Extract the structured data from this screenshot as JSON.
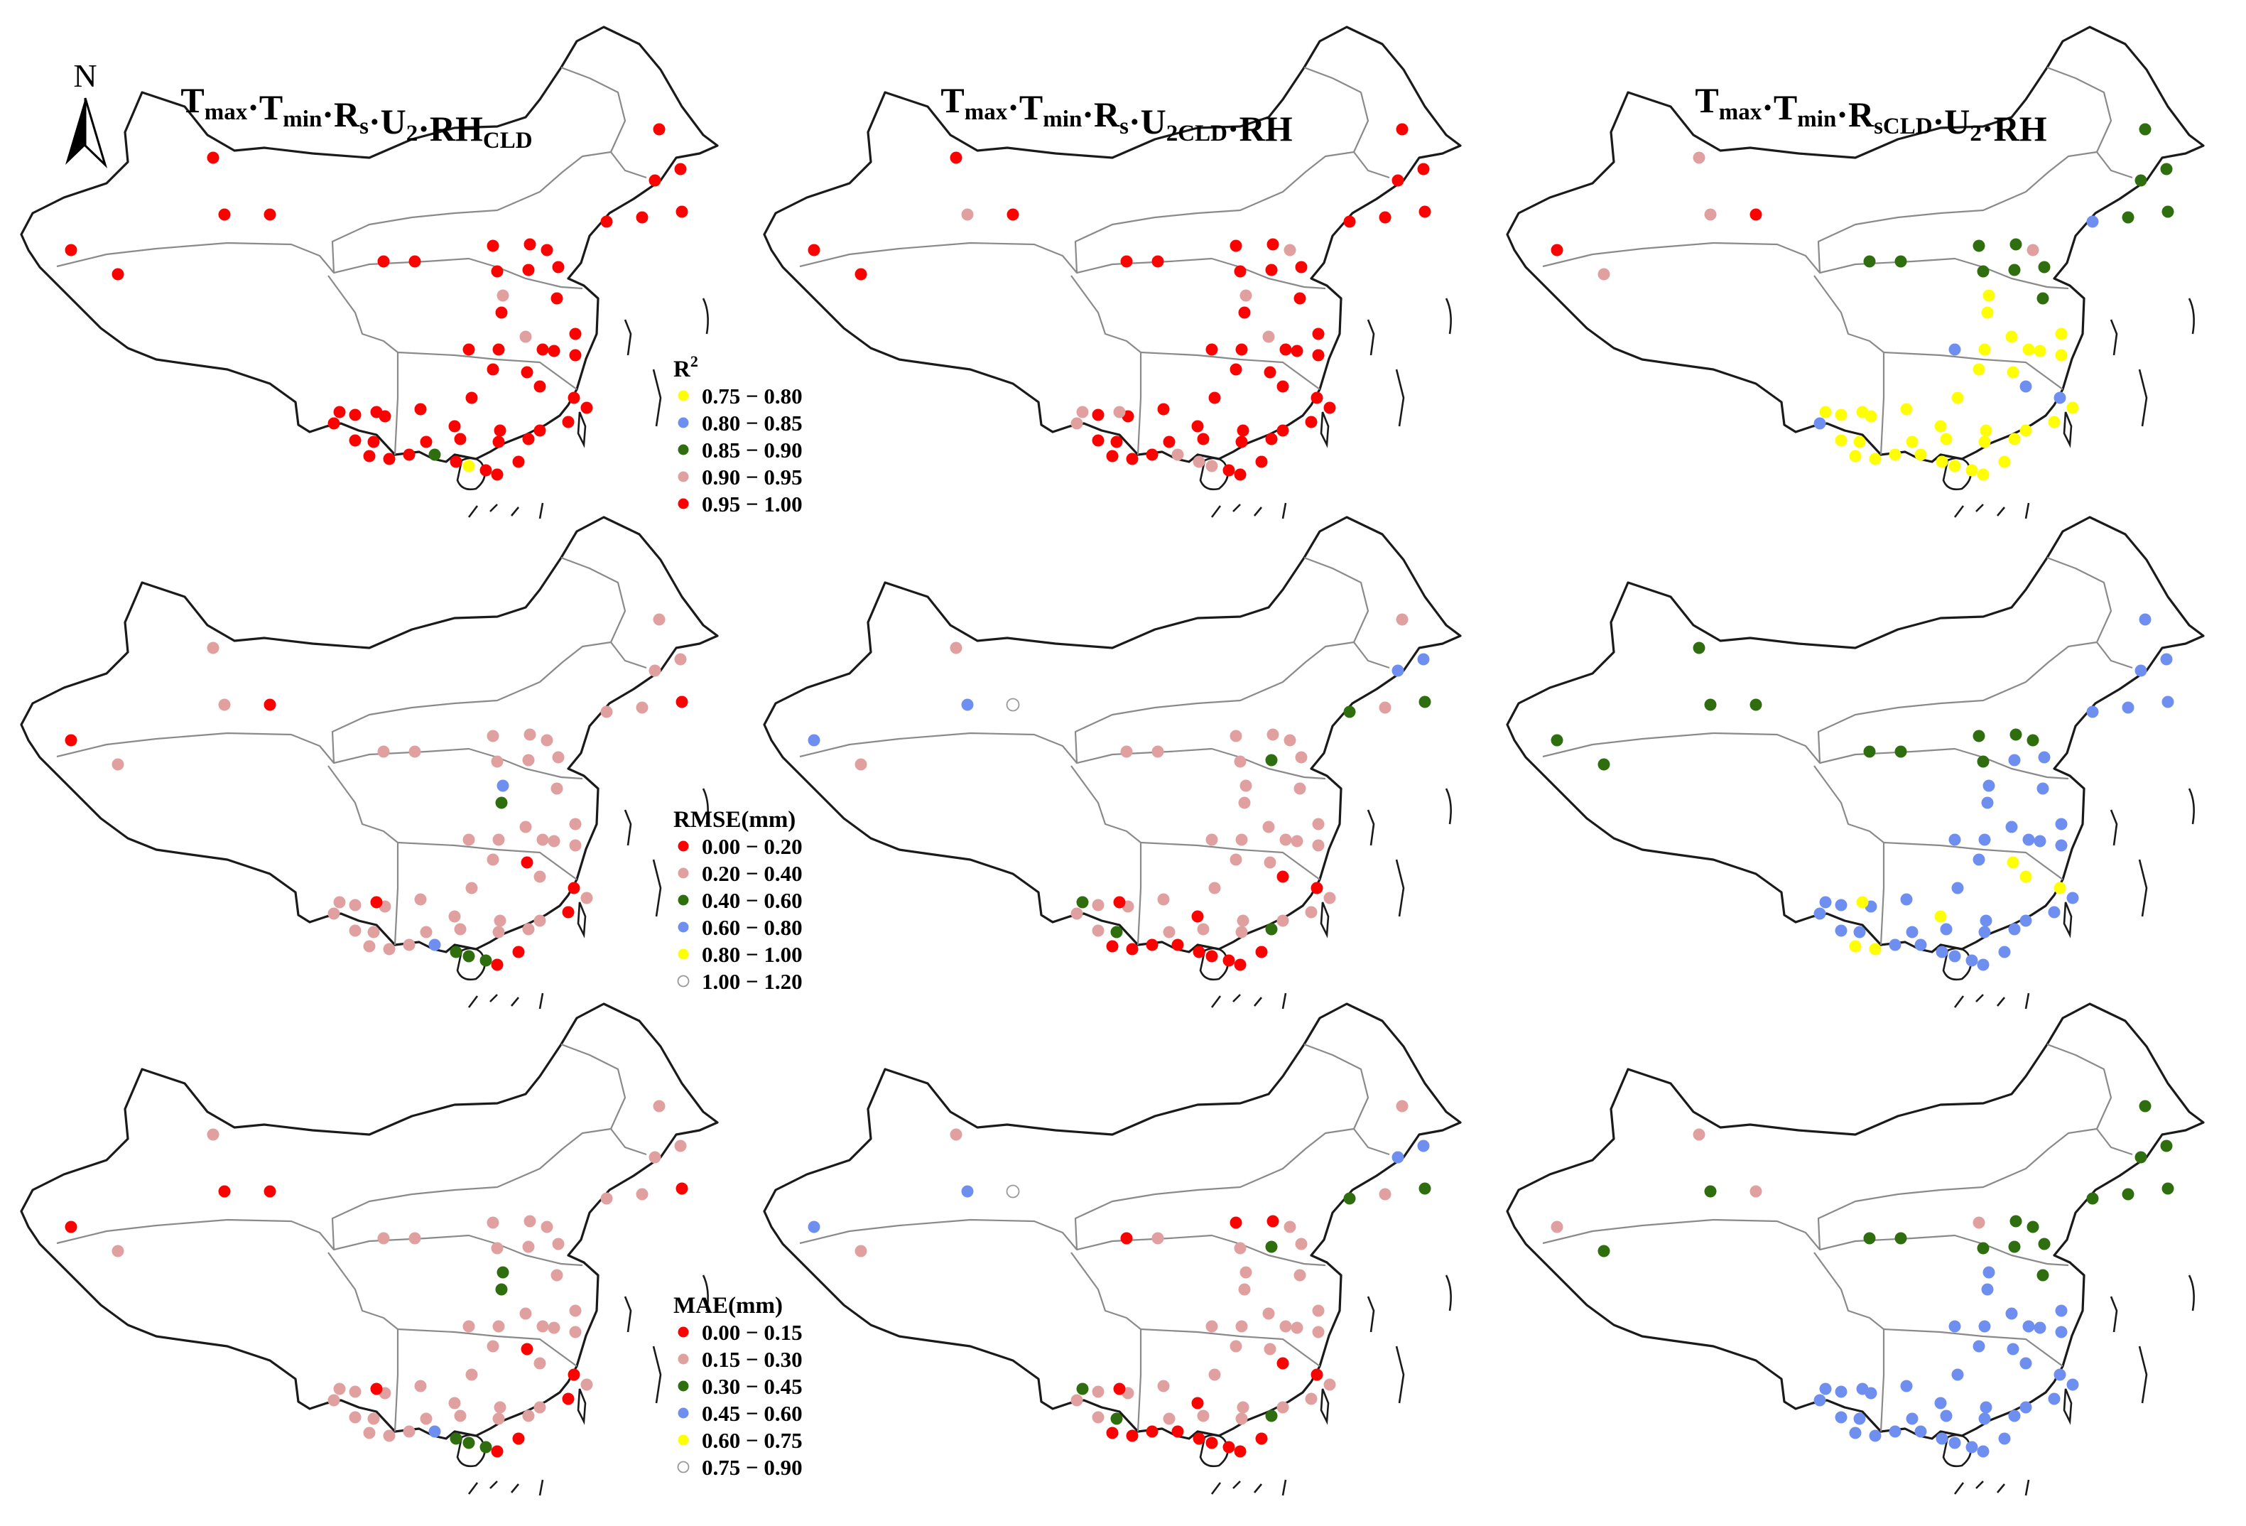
{
  "north_label": "N",
  "titles": [
    {
      "col": 0,
      "parts": [
        [
          "T",
          ""
        ],
        [
          "max",
          "sub"
        ],
        [
          "·T",
          ""
        ],
        [
          "min",
          "sub"
        ],
        [
          "·R",
          ""
        ],
        [
          "s",
          "sub"
        ],
        [
          "·U",
          ""
        ],
        [
          "2",
          "sub"
        ],
        [
          "·RH",
          ""
        ],
        [
          "CLD",
          "sub"
        ]
      ]
    },
    {
      "col": 1,
      "parts": [
        [
          "T",
          ""
        ],
        [
          "max",
          "sub"
        ],
        [
          "·T",
          ""
        ],
        [
          "min",
          "sub"
        ],
        [
          "·R",
          ""
        ],
        [
          "s",
          "sub"
        ],
        [
          "·U",
          ""
        ],
        [
          "2CLD",
          "sub"
        ],
        [
          "·RH",
          ""
        ]
      ]
    },
    {
      "col": 2,
      "parts": [
        [
          "T",
          ""
        ],
        [
          "max",
          "sub"
        ],
        [
          "·T",
          ""
        ],
        [
          "min",
          "sub"
        ],
        [
          "·R",
          ""
        ],
        [
          "sCLD",
          "sub"
        ],
        [
          "·U",
          ""
        ],
        [
          "2",
          "sub"
        ],
        [
          "·RH",
          ""
        ]
      ]
    }
  ],
  "legends": [
    {
      "row": 0,
      "title": "R",
      "title_sup": "2",
      "entries": [
        {
          "label": "0.75 − 0.80",
          "color": "#ffff00"
        },
        {
          "label": "0.80 − 0.85",
          "color": "#6f8ff0"
        },
        {
          "label": "0.85 − 0.90",
          "color": "#2e6e0f"
        },
        {
          "label": "0.90 − 0.95",
          "color": "#e0a0a0"
        },
        {
          "label": "0.95 − 1.00",
          "color": "#ff0000"
        }
      ]
    },
    {
      "row": 1,
      "title": "RMSE(mm)",
      "title_sup": "",
      "entries": [
        {
          "label": "0.00 − 0.20",
          "color": "#ff0000"
        },
        {
          "label": "0.20 − 0.40",
          "color": "#e0a0a0"
        },
        {
          "label": "0.40 − 0.60",
          "color": "#2e6e0f"
        },
        {
          "label": "0.60 − 0.80",
          "color": "#6f8ff0"
        },
        {
          "label": "0.80 − 1.00",
          "color": "#ffff00"
        },
        {
          "label": "1.00 − 1.20",
          "color": "#ffffff"
        }
      ]
    },
    {
      "row": 2,
      "title": "MAE(mm)",
      "title_sup": "",
      "entries": [
        {
          "label": "0.00 − 0.15",
          "color": "#ff0000"
        },
        {
          "label": "0.15 − 0.30",
          "color": "#e0a0a0"
        },
        {
          "label": "0.30 − 0.45",
          "color": "#2e6e0f"
        },
        {
          "label": "0.45 − 0.60",
          "color": "#6f8ff0"
        },
        {
          "label": "0.60 − 0.75",
          "color": "#ffff00"
        },
        {
          "label": "0.75 − 0.90",
          "color": "#ffffff"
        }
      ]
    }
  ],
  "station_classes": {
    "description_of_codes": "r=red,p=pink,g=green,b=blue,y=yellow,w=white",
    "panels": [
      [
        "r",
        "r",
        "r",
        "r",
        "r",
        "r",
        "r",
        "r",
        "r",
        "r",
        "r",
        "r",
        "r",
        "r",
        "r",
        "r",
        "r",
        "r",
        "r",
        "p",
        "r",
        "r",
        "r",
        "r",
        "r",
        "r",
        "p",
        "r",
        "r",
        "r",
        "r",
        "r",
        "r",
        "r",
        "r",
        "r",
        "r",
        "r",
        "r",
        "r",
        "r",
        "r",
        "r",
        "r",
        "r",
        "r",
        "r",
        "r",
        "r",
        "r",
        "r",
        "r",
        "r",
        "r",
        "g",
        "r",
        "y",
        "r",
        "r",
        "r"
      ],
      [
        "r",
        "p",
        "r",
        "r",
        "r",
        "r",
        "r",
        "r",
        "r",
        "p",
        "r",
        "r",
        "r",
        "r",
        "r",
        "r",
        "r",
        "r",
        "r",
        "p",
        "r",
        "r",
        "r",
        "r",
        "r",
        "r",
        "p",
        "r",
        "r",
        "r",
        "r",
        "r",
        "r",
        "r",
        "r",
        "p",
        "r",
        "r",
        "r",
        "r",
        "r",
        "r",
        "p",
        "r",
        "p",
        "r",
        "r",
        "r",
        "r",
        "r",
        "r",
        "r",
        "r",
        "r",
        "p",
        "p",
        "p",
        "r",
        "r",
        "r"
      ],
      [
        "p",
        "p",
        "r",
        "r",
        "p",
        "g",
        "g",
        "g",
        "g",
        "p",
        "g",
        "g",
        "g",
        "b",
        "g",
        "g",
        "g",
        "g",
        "g",
        "y",
        "g",
        "y",
        "y",
        "y",
        "b",
        "y",
        "y",
        "y",
        "y",
        "b",
        "b",
        "y",
        "y",
        "y",
        "y",
        "y",
        "y",
        "y",
        "y",
        "y",
        "y",
        "y",
        "y",
        "y",
        "b",
        "y",
        "y",
        "y",
        "y",
        "y",
        "y",
        "y",
        "y",
        "y",
        "y",
        "y",
        "y",
        "y",
        "y",
        "y"
      ],
      [
        "p",
        "p",
        "r",
        "r",
        "p",
        "p",
        "p",
        "p",
        "p",
        "p",
        "p",
        "p",
        "p",
        "p",
        "p",
        "p",
        "r",
        "p",
        "p",
        "b",
        "p",
        "g",
        "p",
        "p",
        "p",
        "p",
        "p",
        "p",
        "p",
        "p",
        "r",
        "r",
        "p",
        "p",
        "p",
        "r",
        "p",
        "p",
        "p",
        "p",
        "r",
        "p",
        "p",
        "p",
        "p",
        "p",
        "p",
        "p",
        "p",
        "p",
        "p",
        "p",
        "p",
        "p",
        "b",
        "g",
        "g",
        "g",
        "r",
        "r"
      ],
      [
        "p",
        "b",
        "w",
        "b",
        "p",
        "p",
        "p",
        "p",
        "p",
        "p",
        "p",
        "g",
        "p",
        "g",
        "p",
        "b",
        "g",
        "b",
        "p",
        "p",
        "p",
        "p",
        "p",
        "p",
        "p",
        "p",
        "p",
        "p",
        "p",
        "r",
        "r",
        "p",
        "p",
        "p",
        "p",
        "r",
        "p",
        "r",
        "p",
        "p",
        "p",
        "p",
        "g",
        "p",
        "p",
        "g",
        "p",
        "p",
        "p",
        "g",
        "p",
        "r",
        "r",
        "r",
        "r",
        "r",
        "r",
        "r",
        "r",
        "r"
      ],
      [
        "g",
        "g",
        "g",
        "g",
        "g",
        "g",
        "g",
        "g",
        "g",
        "g",
        "g",
        "b",
        "b",
        "b",
        "b",
        "b",
        "b",
        "b",
        "b",
        "b",
        "b",
        "b",
        "b",
        "b",
        "b",
        "b",
        "b",
        "b",
        "b",
        "y",
        "y",
        "y",
        "b",
        "b",
        "b",
        "y",
        "b",
        "y",
        "b",
        "b",
        "b",
        "b",
        "b",
        "b",
        "b",
        "b",
        "b",
        "b",
        "b",
        "b",
        "b",
        "y",
        "y",
        "b",
        "b",
        "b",
        "b",
        "b",
        "b",
        "b"
      ],
      [
        "p",
        "r",
        "r",
        "r",
        "p",
        "p",
        "p",
        "p",
        "p",
        "p",
        "p",
        "p",
        "p",
        "p",
        "p",
        "p",
        "r",
        "p",
        "p",
        "g",
        "p",
        "g",
        "p",
        "p",
        "p",
        "p",
        "p",
        "p",
        "p",
        "p",
        "r",
        "r",
        "p",
        "p",
        "p",
        "r",
        "p",
        "p",
        "p",
        "p",
        "r",
        "p",
        "p",
        "p",
        "p",
        "p",
        "p",
        "p",
        "p",
        "p",
        "p",
        "p",
        "p",
        "p",
        "b",
        "g",
        "g",
        "g",
        "r",
        "r"
      ],
      [
        "p",
        "b",
        "w",
        "b",
        "p",
        "r",
        "p",
        "r",
        "r",
        "p",
        "p",
        "g",
        "p",
        "g",
        "p",
        "b",
        "g",
        "b",
        "p",
        "p",
        "p",
        "p",
        "p",
        "p",
        "p",
        "p",
        "p",
        "p",
        "p",
        "r",
        "r",
        "p",
        "p",
        "p",
        "p",
        "r",
        "p",
        "r",
        "p",
        "p",
        "p",
        "p",
        "g",
        "p",
        "p",
        "g",
        "p",
        "p",
        "p",
        "g",
        "p",
        "r",
        "r",
        "r",
        "r",
        "r",
        "r",
        "r",
        "r",
        "r"
      ],
      [
        "p",
        "g",
        "p",
        "p",
        "g",
        "g",
        "g",
        "p",
        "g",
        "g",
        "g",
        "g",
        "g",
        "g",
        "g",
        "g",
        "g",
        "g",
        "g",
        "b",
        "g",
        "b",
        "b",
        "b",
        "b",
        "b",
        "b",
        "b",
        "b",
        "b",
        "b",
        "b",
        "b",
        "b",
        "b",
        "b",
        "b",
        "b",
        "b",
        "b",
        "b",
        "b",
        "b",
        "b",
        "b",
        "b",
        "b",
        "b",
        "b",
        "b",
        "b",
        "b",
        "b",
        "b",
        "b",
        "b",
        "b",
        "b",
        "b",
        "b"
      ]
    ]
  }
}
